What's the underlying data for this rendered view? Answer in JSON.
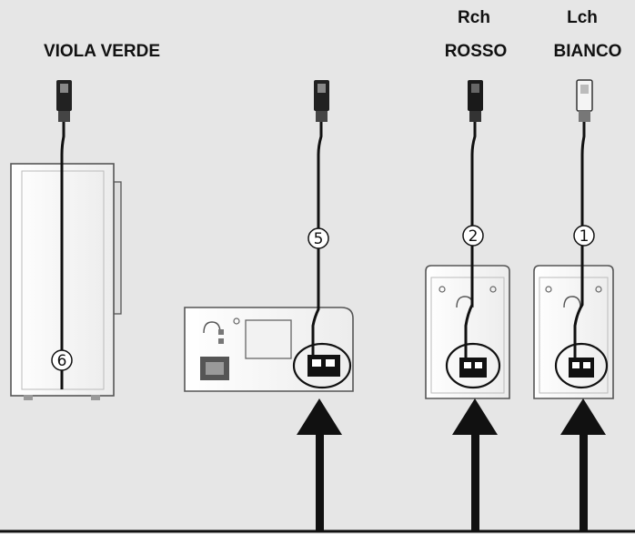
{
  "labels": {
    "speaker_6_color": "VIOLA VERDE",
    "speaker_2_channel": "Rch",
    "speaker_2_color": "ROSSO",
    "speaker_1_channel": "Lch",
    "speaker_1_color": "BIANCO"
  },
  "markers": {
    "m1": "1",
    "m2": "2",
    "m5": "5",
    "m6": "6"
  },
  "colors": {
    "background": "#e6e6e6",
    "line": "#111111",
    "device_fill": "#f7f7f7",
    "device_stroke": "#555555"
  },
  "icons": {
    "plug": "rca-plug-icon",
    "arrow": "up-arrow-icon",
    "speaker": "speaker-box-icon"
  }
}
